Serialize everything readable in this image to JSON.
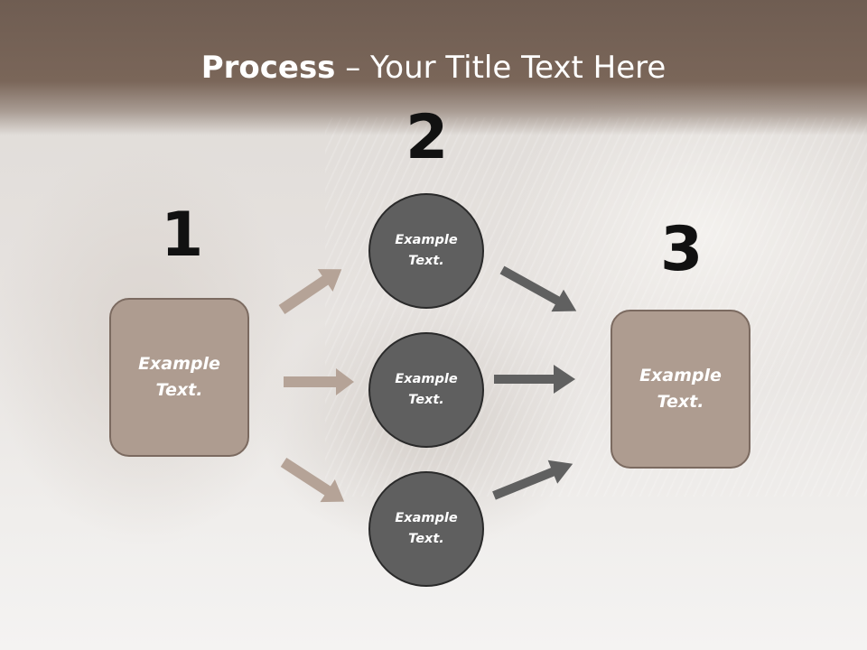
{
  "title": {
    "bold": "Process",
    "rest": " – Your Title Text Here"
  },
  "steps": {
    "one": "1",
    "two": "2",
    "three": "3"
  },
  "left_box": {
    "text": "Example Text."
  },
  "circles": [
    {
      "text": "Example Text."
    },
    {
      "text": "Example Text."
    },
    {
      "text": "Example Text."
    }
  ],
  "right_box": {
    "text": "Example Text."
  },
  "colors": {
    "header": "#7a6659",
    "box_fill": "#ae9c90",
    "circle_fill": "#5f5f5f",
    "left_arrows": "#b5a397",
    "right_arrows": "#606060"
  }
}
